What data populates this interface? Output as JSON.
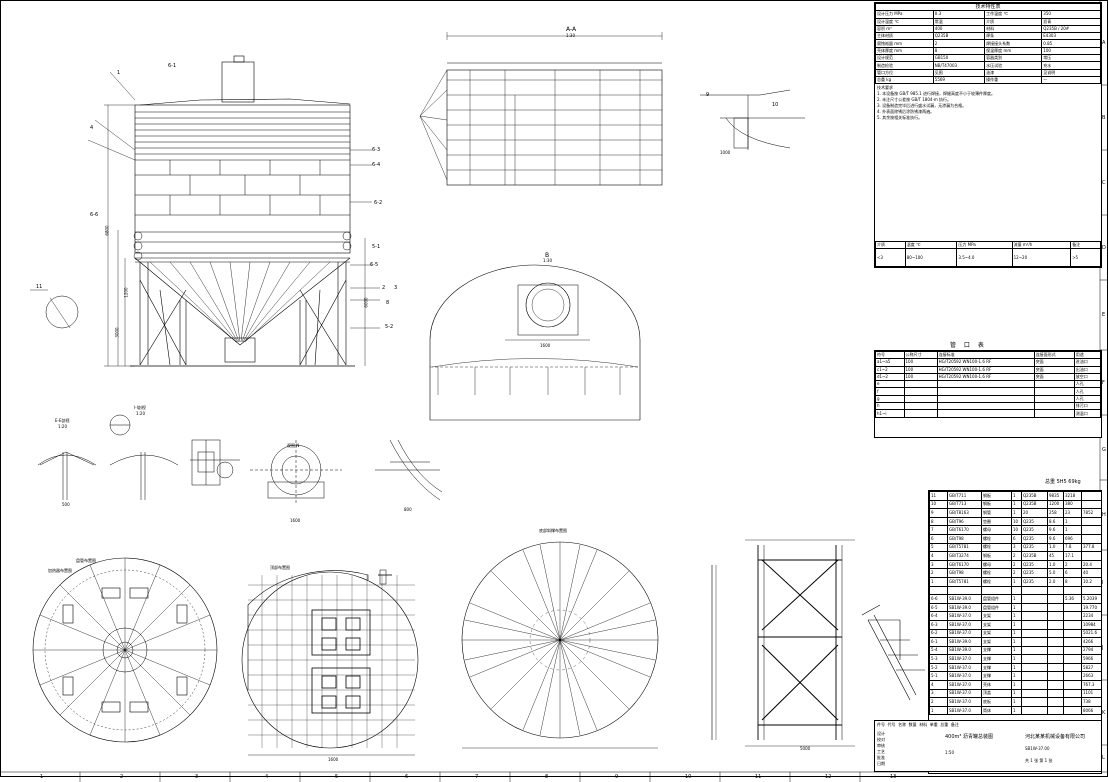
{
  "drawing": {
    "view_labels": [
      "A-A",
      "1:30",
      "B",
      "1:30",
      "E-E剖视",
      "1:20",
      "I-I剖视",
      "1:20",
      "视图 N",
      "盘管布置图",
      "底部斜撑布置图",
      "顶部布置图",
      "加热器布置图"
    ],
    "part_tags": [
      "6-1",
      "6-2",
      "6-3",
      "6-4",
      "6-5",
      "6-6",
      "5-1",
      "5-2",
      "1",
      "2",
      "3",
      "4",
      "8",
      "9",
      "10",
      "11"
    ],
    "dimensions": [
      "6800",
      "1600",
      "6000",
      "3000",
      "1600",
      "1600",
      "800",
      "1000",
      "5000",
      "1200",
      "500"
    ],
    "weight_note": "总重 5H5 69kg"
  },
  "tech_table": {
    "title": "技术特性表",
    "rows": [
      [
        "设计压力 MPa",
        "0.3",
        "工作温度 ℃",
        "350"
      ],
      [
        "设计温度 ℃",
        "常温",
        "介质",
        "沥青"
      ],
      [
        "容积 m³",
        "400",
        "材料",
        "Q235B / 20#"
      ],
      [
        "主体材质",
        "Q235B",
        "焊条",
        "E4303"
      ],
      [
        "腐蚀裕量 mm",
        "2",
        "焊接接头系数",
        "0.85"
      ],
      [
        "壳体厚度 mm",
        "8",
        "保温厚度 mm",
        "100"
      ],
      [
        "设计规范",
        "GB150",
        "容器类别",
        "常压"
      ],
      [
        "制造检验",
        "NB/T47003",
        "水压试验",
        "充水"
      ],
      [
        "管口方位",
        "见图",
        "油漆",
        "见说明"
      ],
      [
        "总重 kg",
        "5569",
        "操作重",
        "—"
      ]
    ],
    "notes_title": "技术要求",
    "notes": [
      "1. 本设备按 GB/T 985.1 进行焊接，焊缝高度不小于较薄件厚度。",
      "2. 未注尺寸公差按 GB/T 1804-m 执行。",
      "3. 设备制造完毕后进行盛水试漏，无渗漏为合格。",
      "4. 外表面除锈后涂防锈漆两遍。",
      "5. 其余按相关标准执行。"
    ],
    "sub_header": [
      "介质",
      "温度 ℃",
      "压力 MPa",
      "流量 m³/h",
      "备注"
    ],
    "sub_row": [
      "<3",
      "80~100",
      "3.5~4.0",
      "12~20",
      ">5"
    ]
  },
  "nozzle_table": {
    "title": "管 口 表",
    "header": [
      "符号",
      "公称尺寸",
      "连接标准",
      "连接面形式",
      "用途"
    ],
    "rows": [
      [
        "a1~a5",
        "100",
        "HG/T20592 WN100-1.6 RF",
        "突面",
        "进油口"
      ],
      [
        "c1~2",
        "100",
        "HG/T20592 WN100-1.6 RF",
        "突面",
        "出油口"
      ],
      [
        "d1~2",
        "100",
        "HG/T20592 WN100-1.6 RF",
        "突面",
        "放空口"
      ],
      [
        "e",
        "",
        "",
        "",
        "人孔"
      ],
      [
        "f",
        "",
        "",
        "",
        "人孔"
      ],
      [
        "g",
        "",
        "",
        "",
        "人孔"
      ],
      [
        "h",
        "",
        "",
        "",
        "排污口"
      ],
      [
        "h1~i",
        "",
        "",
        "",
        "测温口"
      ]
    ]
  },
  "bom": {
    "header": [
      "件号",
      "代号",
      "名称",
      "数量",
      "材料",
      "单重",
      "总重",
      "备注"
    ],
    "rows": [
      [
        "11",
        "GB/T711",
        "钢板",
        "1",
        "Q235B",
        "9835",
        "3218",
        ""
      ],
      [
        "10",
        "GB/T713",
        "钢板",
        "1",
        "Q235B",
        "1200",
        "380",
        ""
      ],
      [
        "9",
        "GB/T8163",
        "钢管",
        "1",
        "20",
        "258",
        "23",
        "7852"
      ],
      [
        "8",
        "GB/T96",
        "垫圈",
        "10",
        "Q235",
        "8.6",
        "1",
        ""
      ],
      [
        "7",
        "GB/T6170",
        "螺母",
        "10",
        "Q235",
        "9.6",
        "1",
        ""
      ],
      [
        "6",
        "GB/T98",
        "螺栓",
        "6",
        "Q235",
        "9.6",
        "696",
        ""
      ],
      [
        "5",
        "GB/T5781",
        "螺栓",
        "3",
        "Q235",
        "1.0",
        "7.8",
        "377.8"
      ],
      [
        "4",
        "GB/T3274",
        "钢板",
        "2",
        "Q235B",
        "45",
        "17.1",
        ""
      ],
      [
        "3",
        "GB/T6170",
        "螺母",
        "2",
        "Q235",
        "1.0",
        "2",
        "20.4"
      ],
      [
        "2",
        "GB/T98",
        "螺栓",
        "2",
        "Q235",
        "5.0",
        "6",
        "40"
      ],
      [
        "1",
        "GB/T5781",
        "螺栓",
        "1",
        "Q235",
        "2.0",
        "8",
        "10.2"
      ],
      [
        "",
        "",
        "",
        "",
        "",
        "",
        "",
        ""
      ],
      [
        "6-6",
        "SB1W-39.0",
        "盘管组件",
        "1",
        "",
        "",
        "5.36",
        "5.2039"
      ],
      [
        "6-5",
        "SB1W-39.0",
        "盘管组件",
        "1",
        "",
        "",
        "",
        "19.770"
      ],
      [
        "6-4",
        "SB1W-37.0",
        "支架",
        "1",
        "",
        "",
        "",
        "2234"
      ],
      [
        "6-3",
        "SB1W-37.0",
        "支架",
        "1",
        "",
        "",
        "",
        "10984"
      ],
      [
        "6-2",
        "SB1W-37.0",
        "支架",
        "1",
        "",
        "",
        "",
        "5021.6"
      ],
      [
        "6-1",
        "SB1W-39.0",
        "支架",
        "1",
        "",
        "",
        "",
        "4266"
      ],
      [
        "5-4",
        "SB1W-39.0",
        "支撑",
        "1",
        "",
        "",
        "",
        "2794"
      ],
      [
        "5-3",
        "SB1W-37.0",
        "支撑",
        "1",
        "",
        "",
        "",
        "5966"
      ],
      [
        "5-2",
        "SB1W-37.0",
        "支撑",
        "1",
        "",
        "",
        "",
        "5827"
      ],
      [
        "5-1",
        "SB1W-37.0",
        "支撑",
        "1",
        "",
        "",
        "",
        "2663"
      ],
      [
        "4",
        "SB1W-37.0",
        "壳体",
        "1",
        "",
        "",
        "",
        "767.3"
      ],
      [
        "3",
        "SB1W-37.0",
        "顶盖",
        "1",
        "",
        "",
        "",
        "1101"
      ],
      [
        "2",
        "SB1W-37.0",
        "底板",
        "1",
        "",
        "",
        "",
        "738"
      ],
      [
        "1",
        "SB1W-37.0",
        "筒体",
        "1",
        "",
        "",
        "",
        "8066"
      ]
    ],
    "company": "河北某某机械设备有限公司",
    "drawing_title": "400m³ 沥青罐总装图",
    "drawing_no": "SB1W-37.00",
    "scale": "1:50",
    "sheet": "共 1 张 第 1 张",
    "signoff": [
      "设计",
      "校对",
      "审核",
      "工艺",
      "批准",
      "日期"
    ]
  },
  "border": {
    "columns": [
      "1",
      "2",
      "3",
      "4",
      "5",
      "6",
      "7",
      "8",
      "9",
      "10",
      "11",
      "12",
      "13"
    ],
    "rows": [
      "A",
      "B",
      "C",
      "D",
      "E",
      "F",
      "G",
      "H",
      "I",
      "J",
      "K",
      "L"
    ]
  }
}
